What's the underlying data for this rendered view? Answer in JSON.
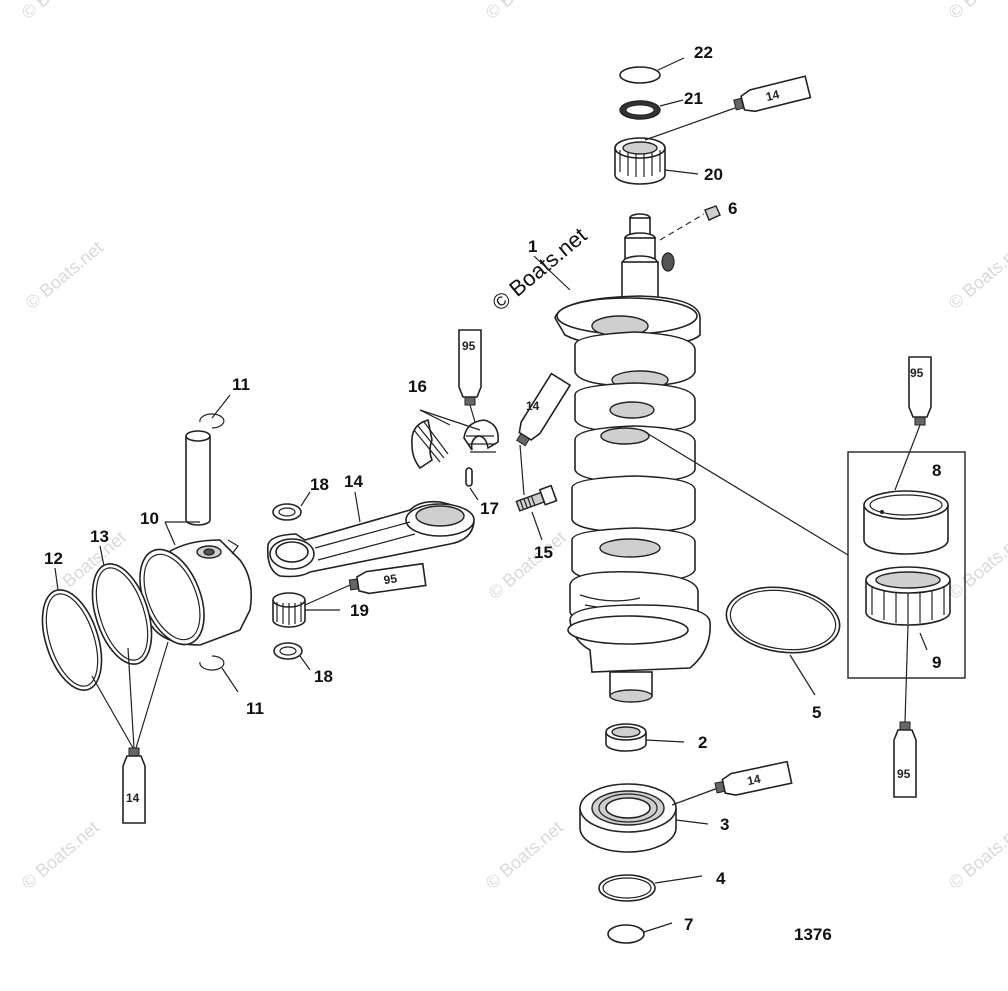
{
  "watermark": "© Boats.net",
  "diagram_id": "1376",
  "callouts": {
    "c1": "1",
    "c2": "2",
    "c3": "3",
    "c4": "4",
    "c5": "5",
    "c6": "6",
    "c7": "7",
    "c8": "8",
    "c9": "9",
    "c10": "10",
    "c11a": "11",
    "c11b": "11",
    "c12": "12",
    "c13": "13",
    "c14": "14",
    "c15": "15",
    "c16": "16",
    "c17": "17",
    "c18a": "18",
    "c18b": "18",
    "c19": "19",
    "c20": "20",
    "c21": "21",
    "c22": "22"
  },
  "tubes": {
    "t14_top": "14",
    "t14_mid": "14",
    "t14_bottom": "14",
    "t14_left": "14",
    "t95_conrod": "95",
    "t95_bearing": "95",
    "t95_right_top": "95",
    "t95_right_bottom": "95"
  }
}
